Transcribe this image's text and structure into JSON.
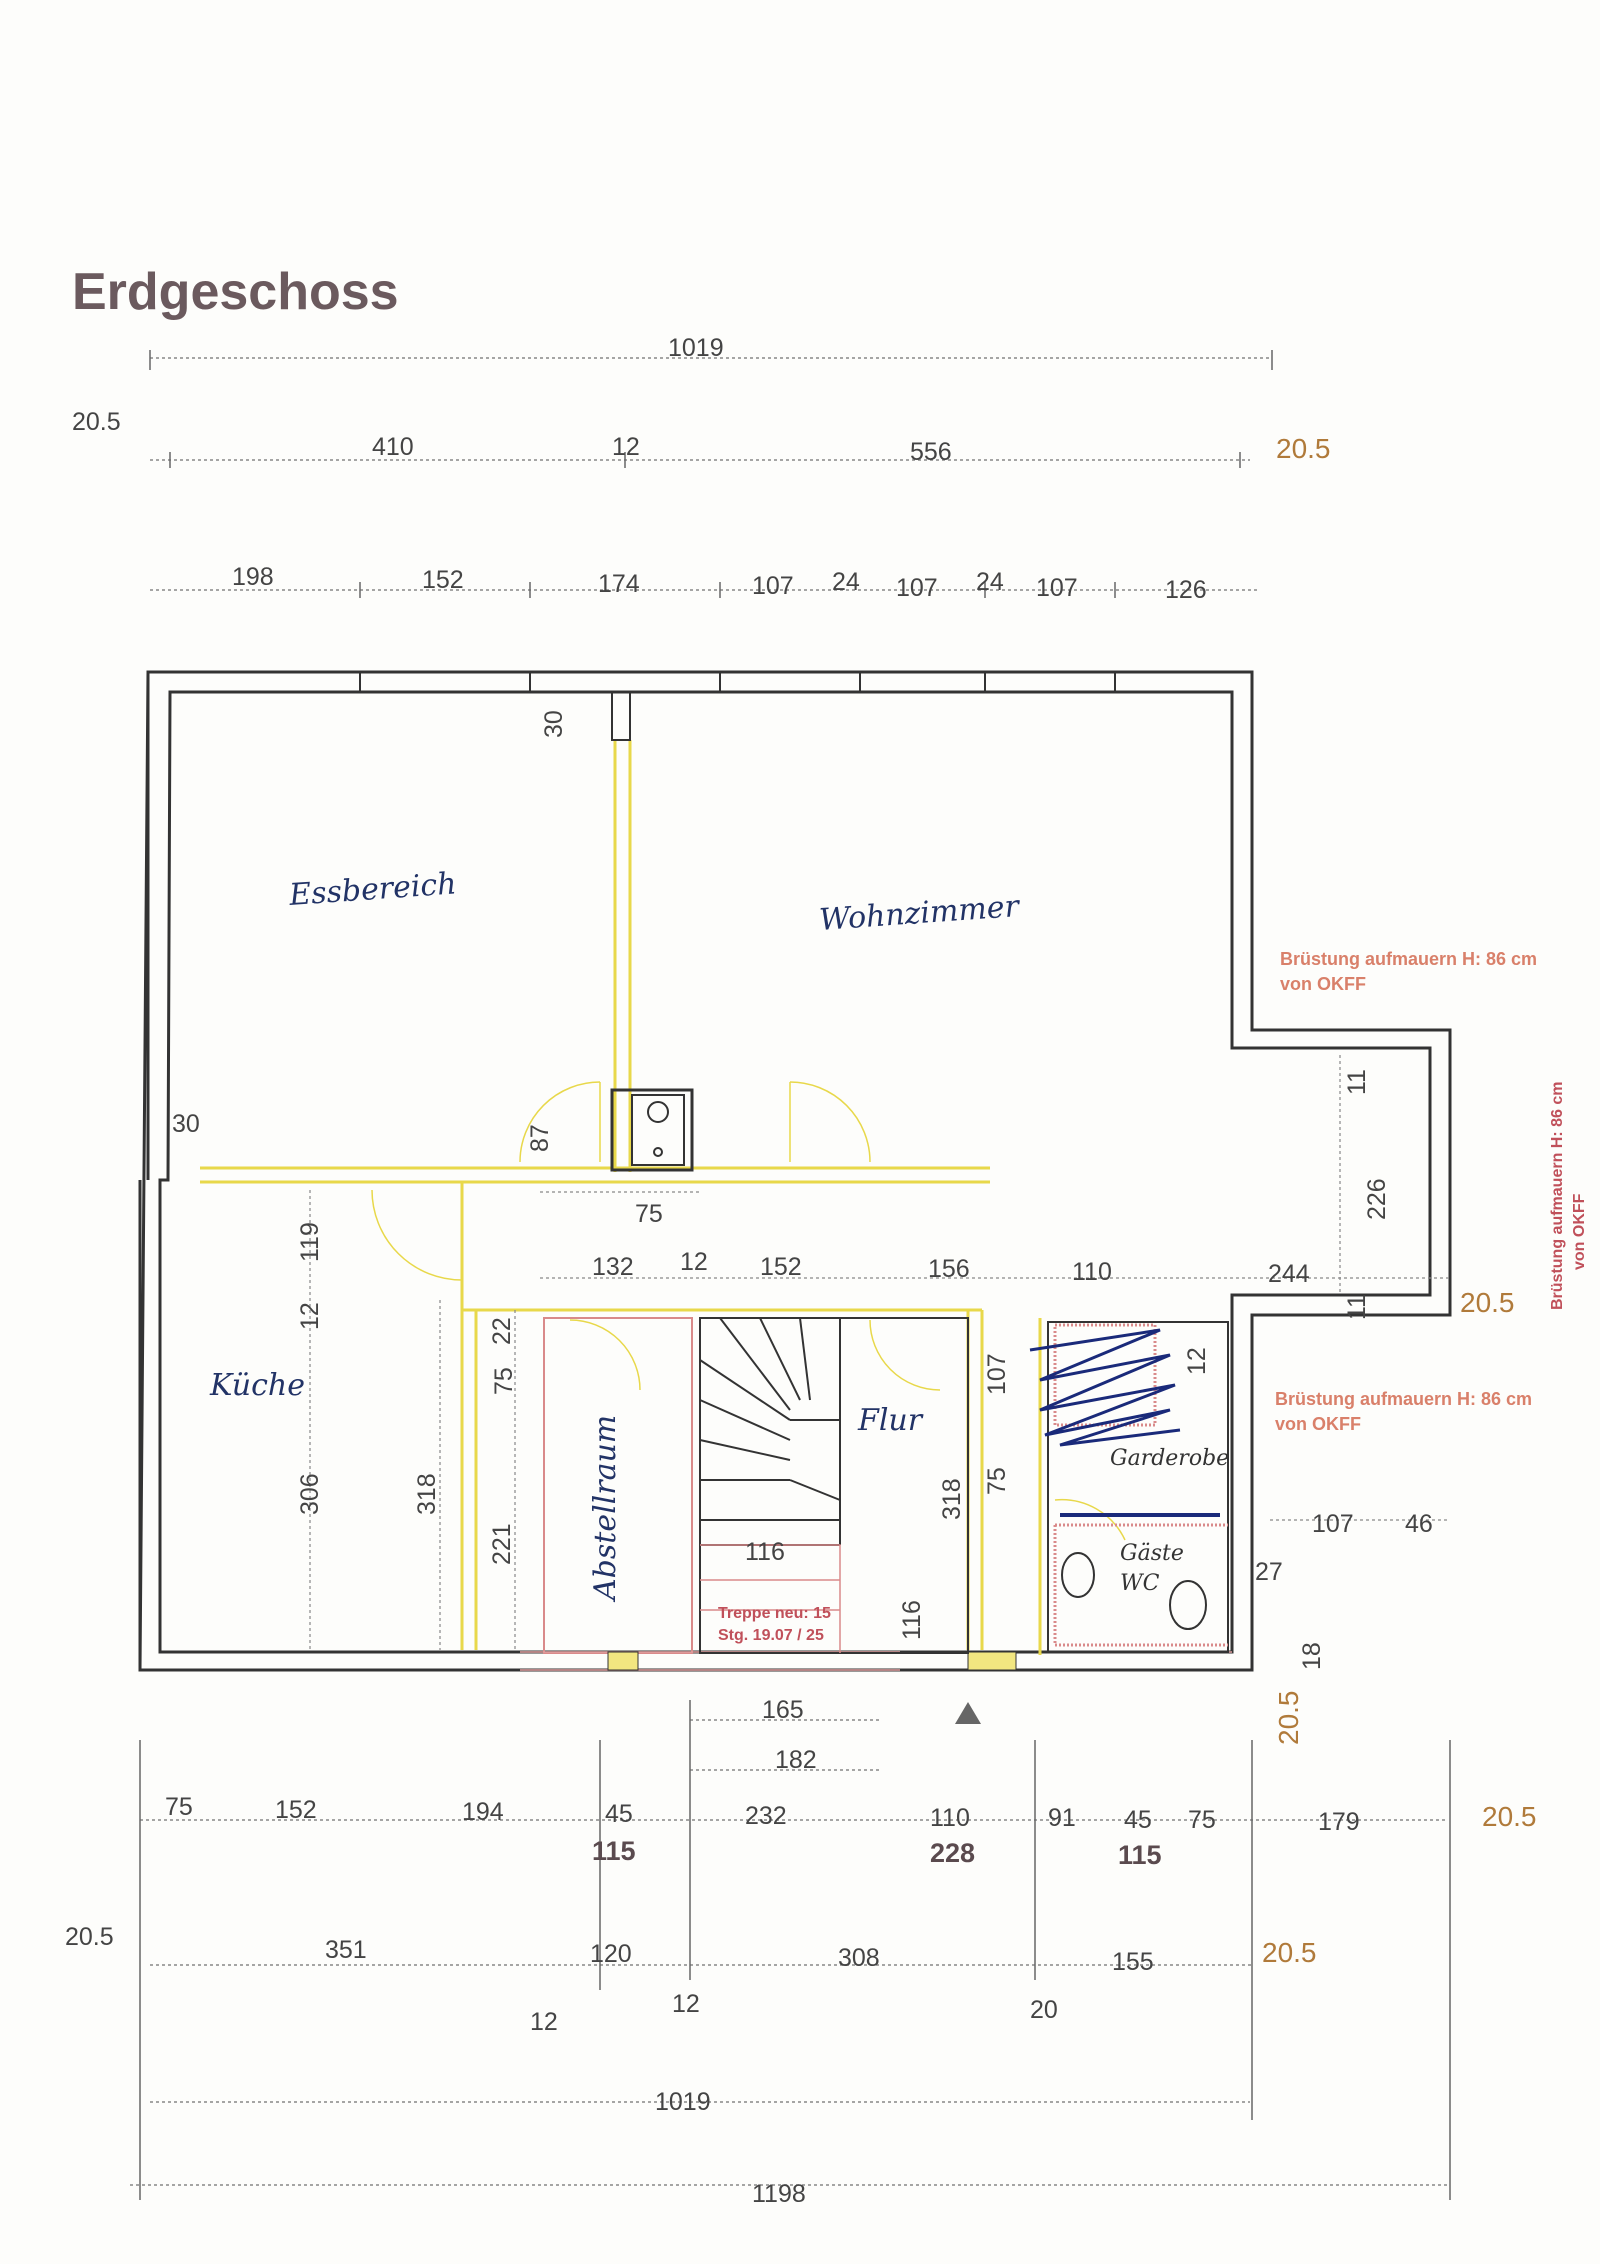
{
  "title": "Erdgeschoss",
  "rooms": {
    "essbereich": "Essbereich",
    "wohnzimmer": "Wohnzimmer",
    "kueche": "Küche",
    "abstellraum": "Abstellraum",
    "flur": "Flur",
    "garderobe": "Garderobe",
    "gaeste": "Gäste",
    "wc": "WC"
  },
  "notes": {
    "bruestung_1a": "Brüstung aufmauern H: 86 cm",
    "bruestung_1b": "von OKFF",
    "bruestung_2a": "Brüstung aufmauern H: 86 cm",
    "bruestung_2b": "von OKFF",
    "bruestung_v1": "Brüstung aufmauern H: 86 cm",
    "bruestung_v2": "von OKFF",
    "treppe_1": "Treppe neu: 15",
    "treppe_2": "Stg. 19.07 / 25"
  },
  "dims_top": {
    "total": "1019",
    "left_edge": "20.5",
    "right_edge": "20.5",
    "row2": [
      "410",
      "12",
      "556"
    ],
    "row3": [
      "198",
      "152",
      "174",
      "107",
      "24",
      "107",
      "24",
      "107",
      "126"
    ]
  },
  "dims_interior": {
    "d30_top": "30",
    "d30_left": "30",
    "d87": "87",
    "d75": "75",
    "d132": "132",
    "d12a": "12",
    "d152": "152",
    "d156": "156",
    "d110": "110",
    "d244": "244",
    "d11a": "11",
    "d226": "226",
    "d11b": "11",
    "d20_5_right": "20.5",
    "d119": "119",
    "d12b": "12",
    "d22": "22",
    "d75b": "75",
    "d306": "306",
    "d318a": "318",
    "d221": "221",
    "d116a": "116",
    "d116b": "116",
    "d318b": "318",
    "d107v": "107",
    "d75c": "75",
    "d12c": "12",
    "d107h": "107",
    "d46": "46",
    "d27": "27",
    "d18": "18",
    "d20_5_bottom": "20.5"
  },
  "dims_bottom": {
    "d165": "165",
    "d182": "182",
    "row1": [
      "75",
      "152",
      "194",
      "45",
      "232",
      "110",
      "91",
      "45",
      "75",
      "179",
      "20.5"
    ],
    "bold": [
      "115",
      "228",
      "115"
    ],
    "row2": [
      "20.5",
      "351",
      "120",
      "308",
      "155",
      "20.5"
    ],
    "row3": [
      "12",
      "12",
      "20"
    ],
    "total_1019": "1019",
    "total_1198": "1198"
  },
  "colors": {
    "wall": "#333333",
    "partition_yellow": "#e8d84a",
    "stair_red": "#d98a8a",
    "note_orange": "#d9806a",
    "scribble_blue": "#1a2a7a"
  }
}
